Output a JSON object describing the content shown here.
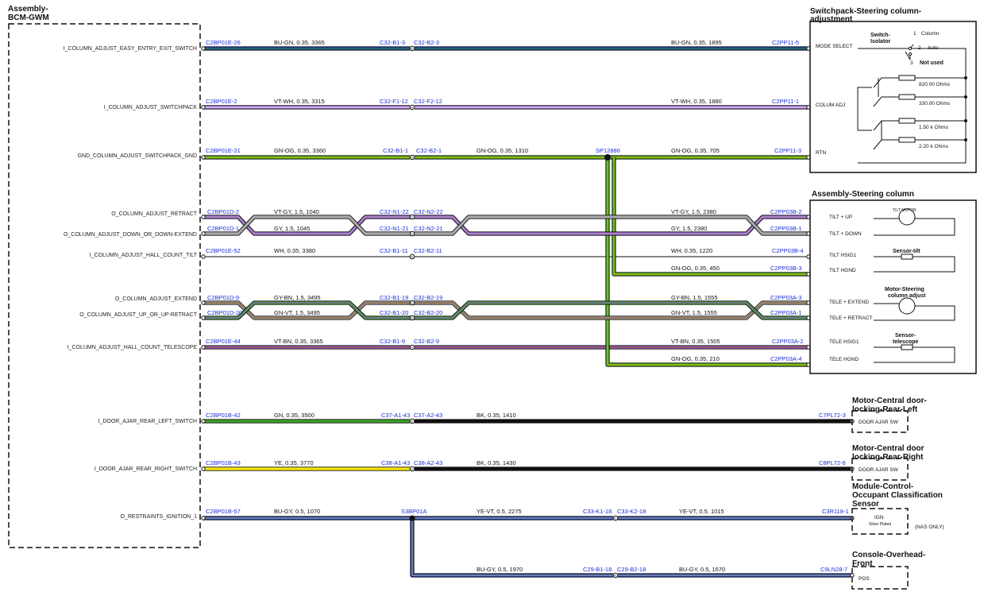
{
  "components": {
    "bcm_title": "Assembly-\nBCM-GWM",
    "switchpack_title": "Switchpack-Steering column-\nadjustment",
    "steering_column_title": "Assembly-Steering column",
    "door_left_title": "Motor-Central door-\nlocking-Rear-Left",
    "door_right_title": "Motor-Central door\nlocking-Rear-Right",
    "ocs_title": "Module-Control-\nOccupant Classification\nSensor",
    "overhead_title": "Console-Overhead-\nFront"
  },
  "signals": [
    "I_COLUMN_ADJUST_EASY_ENTRY_EXIT_SWITCH",
    "I_COLUMN_ADJUST_SWITCHPACK",
    "GND_COLUMN_ADJUST_SWITCHPACK_GND",
    "O_COLUMN_ADJUST_RETRACT",
    "O_COLUMN_ADJUST_DOWN_OR_DOWN-EXTEND",
    "I_COLUMN_ADJUST_HALL_COUNT_TILT",
    "O_COLUMN_ADJUST_EXTEND",
    "O_COLUMN_ADJUST_UP_OR_UP-RETRACT",
    "I_COLUMN_ADJUST_HALL_COUNT_TELESCOPE",
    "I_DOOR_AJAR_REAR_LEFT_SWITCH",
    "I_DOOR_AJAR_REAR_RIGHT_SWITCH",
    "O_RESTRAINTS_IGNITION_1"
  ],
  "wires": [
    {
      "src": "C2BP01E-26",
      "spec1": "BU-GN,  0.35,  3365",
      "inline": [
        "C32-B1-3",
        "C32-B2-3"
      ],
      "spec2": "BU-GN,  0.35,  1895",
      "dst": "C2PP11-5",
      "pin": "MODE SELECT",
      "colors": [
        "#1b3fa8",
        "#2f7a36"
      ]
    },
    {
      "src": "C2BP01E-2",
      "spec1": "VT-WH,  0.35,  3315",
      "inline": [
        "C32-F1-12",
        "C32-F2-12"
      ],
      "spec2": "VT-WH,  0.35,  1880",
      "dst": "C2PP11-1",
      "pin": "COLUM ADJ",
      "colors": [
        "#9b59d0",
        "#f2f2f2"
      ]
    },
    {
      "src": "C2BP01E-21",
      "spec1": "GN-OG,  0.35,  3360",
      "inline": [
        "C32-B1-1",
        "C32-B2-1"
      ],
      "spec1b": "GN-OG,  0.35,  1310",
      "splice": "SP12886",
      "spec2": "GN-OG,  0.35,  705",
      "dst": "C2PP11-3",
      "pin": "RTN",
      "colors": [
        "#3aa028",
        "#c8c000"
      ]
    },
    {
      "src": "C2BP01D-2",
      "spec1": "VT-GY,  1.5,  1040",
      "inline": [
        "C32-N1-22",
        "C32-N2-22"
      ],
      "spec2": "VT-GY,  1.5,  2380",
      "dst": "C2PP03B-2",
      "pin": "TILT + UP",
      "colors": [
        "#9b59d0",
        "#a8a8a8"
      ]
    },
    {
      "src": "C2BP01D-1",
      "spec1": "GY,  1.5,  1045",
      "inline": [
        "C32-N1-21",
        "C32-N2-21"
      ],
      "spec2": "GY,  1.5,  2380",
      "dst": "C2PP03B-1",
      "pin": "TILT + DOWN",
      "colors": [
        "#a8a8a8",
        "#a8a8a8"
      ]
    },
    {
      "src": "C2BP01E-52",
      "spec1": "WH,  0.35,  3380",
      "inline": [
        "C32-B1-11",
        "C32-B2-11"
      ],
      "spec2": "WH,  0.35,  1220",
      "dst": "C2PP03B-4",
      "pin": "TILT HSIG1",
      "colors": [
        "#f2f2f2",
        "#f2f2f2"
      ]
    },
    {
      "src": "",
      "spec1": "",
      "inline": [],
      "spec2": "GN-OG,  0.35,  450",
      "dst": "C2PP03B-3",
      "pin": "TILT HGND",
      "colors": [
        "#3aa028",
        "#c8c000"
      ]
    },
    {
      "src": "C2BP01D-9",
      "spec1": "GY-BN,  1.5,  3495",
      "inline": [
        "C32-B1-19",
        "C32-B2-19"
      ],
      "spec2": "GY-BN,  1.5,  1555",
      "dst": "C2PP03A-3",
      "pin": "TELE + EXTEND",
      "colors": [
        "#a8a8a8",
        "#8b5a2b"
      ]
    },
    {
      "src": "C2BP01D-20",
      "spec1": "GN-VT,  1.5,  3495",
      "inline": [
        "C32-B1-20",
        "C32-B2-20"
      ],
      "spec2": "GN-VT,  1.5,  1555",
      "dst": "C2PP03A-1",
      "pin": "TELE + RETRACT",
      "colors": [
        "#3aa028",
        "#9b59d0"
      ]
    },
    {
      "src": "C2BP01E-44",
      "spec1": "VT-BN,  0.35,  3365",
      "inline": [
        "C32-B1-9",
        "C32-B2-9"
      ],
      "spec2": "VT-BN,  0.35,  1505",
      "dst": "C2PP03A-2",
      "pin": "TELE HSIG1",
      "colors": [
        "#9b59d0",
        "#8b5a2b"
      ]
    },
    {
      "src": "",
      "spec1": "",
      "inline": [],
      "spec2": "GN-OG,  0.35,  210",
      "dst": "C2PP03A-4",
      "pin": "TELE HGND",
      "colors": [
        "#3aa028",
        "#c8c000"
      ]
    },
    {
      "src": "C2BP01B-42",
      "spec1": "GN,  0.35,  3500",
      "inline": [
        "C37-A1-43",
        "C37-A2-43"
      ],
      "spec2": "BK,  0.35,  1410",
      "dst": "C7PL72-3",
      "pin": "DOOR AJAR SW",
      "colors": [
        "#3aa028",
        "#111111"
      ]
    },
    {
      "src": "C2BP01B-43",
      "spec1": "YE,  0.35,  3770",
      "inline": [
        "C38-A1-43",
        "C38-A2-43"
      ],
      "spec2": "BK,  0.35,  1430",
      "dst": "C8PL72-6",
      "pin": "DOOR AJAR SW",
      "colors": [
        "#f5e60a",
        "#111111"
      ]
    },
    {
      "src": "C2BP01B-57",
      "spec1": "BU-GY,  0.5,  1070",
      "splice": "S3BP01A",
      "spec1b": "YE-VT,  0.5,  2275",
      "inline": [
        "C33-K1-18",
        "C33-K2-18"
      ],
      "spec2": "YE-VT,  0.5,  1015",
      "dst": "C3R118-1",
      "pin": "IGN",
      "colors": [
        "#1b3fa8",
        "#a8a8a8"
      ]
    },
    {
      "src": "",
      "spec1": "BU-GY,  0.5,  1970",
      "inline": [
        "C29-B1-18",
        "C29-B2-18"
      ],
      "spec2": "BU-GY,  0.5,  1670",
      "dst": "C9LN28-7",
      "pin": "POS",
      "colors": [
        "#1b3fa8",
        "#a8a8a8"
      ]
    }
  ],
  "switchpack": {
    "switch_label": "Switch-\nIsolator",
    "positions": [
      "Column",
      "Auto",
      "Not used"
    ],
    "position_numbers": [
      "1",
      "2",
      "3"
    ],
    "resistors": [
      "820.00 Ohms",
      "330.00 Ohms",
      "1.50 k Ohms",
      "2.20 k Ohms"
    ]
  },
  "steering_column": {
    "tilt_motor": "TILT MOTOR",
    "sensor_tilt": "Sensor-tilt",
    "motor_adjust": "Motor-Steering\ncolumn adjust",
    "sensor_tele": "Sensor-\ntelescope"
  },
  "ocs": {
    "ign_sub": "Silver Plated",
    "note": "(NAS ONLY)"
  },
  "colors": {
    "connector_text": "#1a2fd6",
    "outline": "#111111"
  }
}
